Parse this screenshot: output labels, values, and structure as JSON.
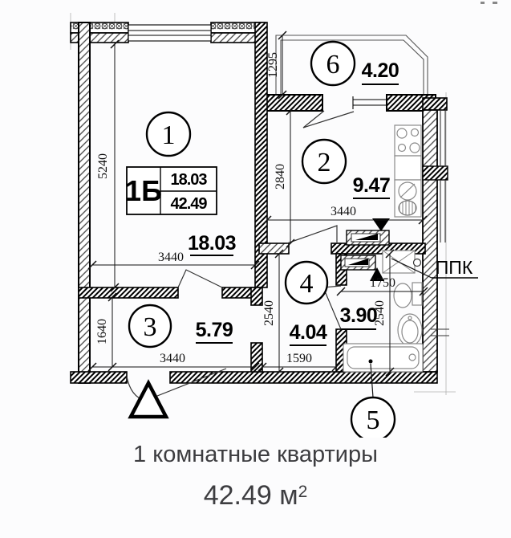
{
  "plan": {
    "type_label": "1Б",
    "type_table": {
      "room_area": "18.03",
      "total_area": "42.49"
    },
    "ppk_label": "ППК",
    "rooms": {
      "living": {
        "number": "1",
        "area": "18.03"
      },
      "kitchen": {
        "number": "2",
        "area": "9.47"
      },
      "corridor": {
        "number": "3",
        "area": "5.79"
      },
      "hall": {
        "number": "4",
        "area": "4.04"
      },
      "bathroom": {
        "number": "5",
        "area": "3.90"
      },
      "balcony": {
        "number": "6",
        "area": "4.20"
      }
    },
    "dimensions": {
      "living_width": "3440",
      "living_height": "5240",
      "balcony_height": "1295",
      "kitchen_height": "2840",
      "kitchen_width": "3440",
      "corridor_width": "3440",
      "corridor_height": "1640",
      "hall_width": "1590",
      "hall_height": "2540",
      "bathroom_width": "1750",
      "bathroom_height": "2540"
    },
    "colors": {
      "line": "#111111",
      "wall": "#000000",
      "fixture": "#8a8a8a",
      "text": "#3d3d40"
    }
  },
  "footer": {
    "title": "1 комнатные квартиры",
    "area_main": "42.49 м",
    "area_sup": "2"
  }
}
